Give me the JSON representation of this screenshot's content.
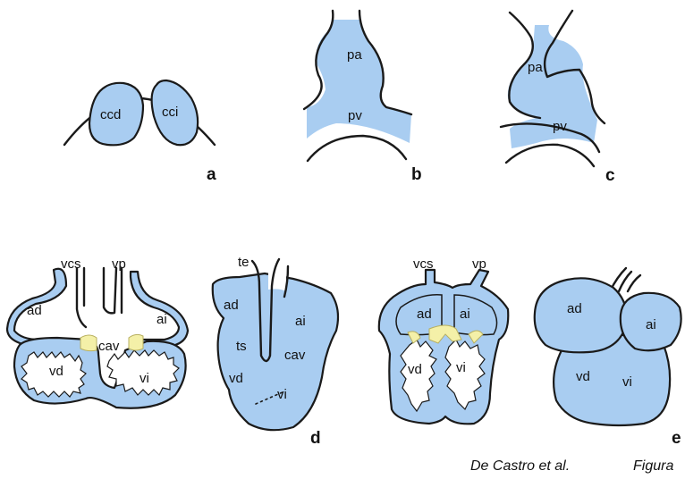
{
  "colors": {
    "fill": "#a9cdf1",
    "cushion": "#f4f0a8",
    "line": "#1a1a1a",
    "background": "#ffffff"
  },
  "panels": {
    "a": {
      "letter": "a",
      "labels": {
        "ccd": "ccd",
        "cci": "cci"
      }
    },
    "b": {
      "letter": "b",
      "labels": {
        "pa": "pa",
        "pv": "pv"
      }
    },
    "c": {
      "letter": "c",
      "labels": {
        "pa": "pa",
        "pv": "pv"
      }
    },
    "sec1": {
      "labels": {
        "vcs": "vcs",
        "vp": "vp",
        "ad": "ad",
        "ai": "ai",
        "cav": "cav",
        "vd": "vd",
        "vi": "vi"
      }
    },
    "d": {
      "letter": "d",
      "labels": {
        "te": "te",
        "ad": "ad",
        "ai": "ai",
        "ts": "ts",
        "cav": "cav",
        "vd": "vd",
        "vi": "vi"
      }
    },
    "sec2": {
      "labels": {
        "vcs": "vcs",
        "vp": "vp",
        "ad": "ad",
        "ai": "ai",
        "vd": "vd",
        "vi": "vi"
      }
    },
    "e": {
      "letter": "e",
      "labels": {
        "ad": "ad",
        "ai": "ai",
        "vd": "vd",
        "vi": "vi"
      }
    }
  },
  "credit": {
    "authors": "De Castro et al.",
    "figure": "Figura"
  }
}
